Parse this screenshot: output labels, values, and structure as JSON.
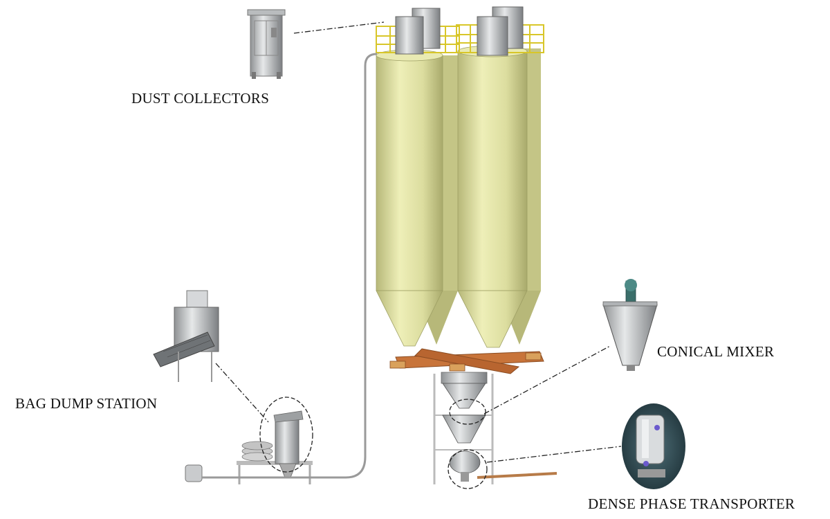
{
  "labels": {
    "dust_collectors": "DUST COLLECTORS",
    "bag_dump_station": "BAG DUMP STATION",
    "conical_mixer": "CONICAL MIXER",
    "dense_phase_transporter": "DENSE PHASE TRANSPORTER"
  },
  "colors": {
    "silo_body": "#e2e3a6",
    "silo_shadow": "#b9ba7a",
    "railing": "#e9d93a",
    "manifold": "#c8743a",
    "steel": "#c9cbcc",
    "pipe": "#9a9a9a",
    "transporter_bg": "#2e4a52"
  }
}
